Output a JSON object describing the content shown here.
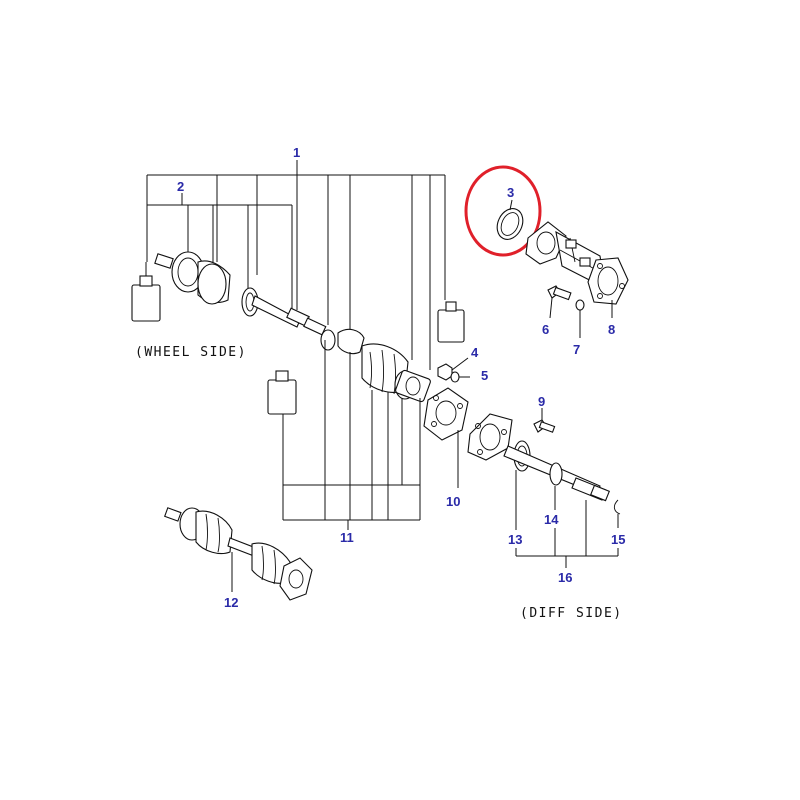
{
  "labels": {
    "wheel_side": "(WHEEL SIDE)",
    "diff_side": "(DIFF SIDE)"
  },
  "part_numbers": {
    "p1": "1",
    "p2": "2",
    "p3": "3",
    "p4": "4",
    "p5": "5",
    "p6": "6",
    "p7": "7",
    "p8": "8",
    "p9": "9",
    "p10": "10",
    "p11": "11",
    "p12": "12",
    "p13": "13",
    "p14": "14",
    "p15": "15",
    "p16": "16"
  },
  "colors": {
    "number": "#2a2aa8",
    "highlight": "#e0202a",
    "line": "#111111"
  },
  "highlighted_part": "3"
}
